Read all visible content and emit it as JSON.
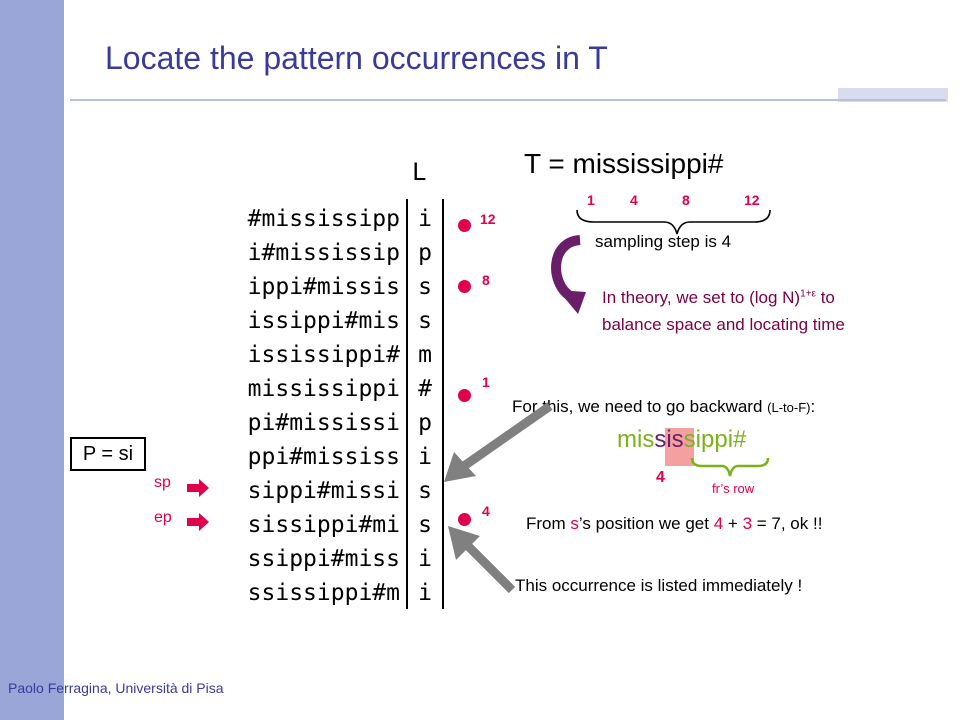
{
  "slide": {
    "title": "Locate the pattern occurrences in T",
    "footer": "Paolo Ferragina, Università di Pisa"
  },
  "bwt_matrix": {
    "column_header": "L",
    "rows": [
      {
        "prefix": "#mississipp",
        "last": "i",
        "sample": "12"
      },
      {
        "prefix": "i#mississip",
        "last": "p",
        "sample": ""
      },
      {
        "prefix": "ippi#missis",
        "last": "s",
        "sample": "8"
      },
      {
        "prefix": "issippi#mis",
        "last": "s",
        "sample": ""
      },
      {
        "prefix": "ississippi#",
        "last": "m",
        "sample": ""
      },
      {
        "prefix": "mississippi",
        "last": "#",
        "sample": "1"
      },
      {
        "prefix": "pi#mississi",
        "last": "p",
        "sample": ""
      },
      {
        "prefix": "ppi#mississ",
        "last": "i",
        "sample": ""
      },
      {
        "prefix": "sippi#missi",
        "last": "s",
        "sample": ""
      },
      {
        "prefix": "sissippi#mi",
        "last": "s",
        "sample": "4"
      },
      {
        "prefix": "ssippi#miss",
        "last": "i",
        "sample": ""
      },
      {
        "prefix": "ssissippi#m",
        "last": "i",
        "sample": ""
      }
    ]
  },
  "pattern": {
    "label": "P = si",
    "sp_label": "sp",
    "ep_label": "ep"
  },
  "text_panel": {
    "t_string": "T = mississippi#",
    "positions": [
      "1",
      "4",
      "8",
      "12"
    ],
    "sampling_note": "sampling step is 4",
    "theory_line1_a": "In theory, we set to (log N)",
    "theory_line1_sup": "1+ε",
    "theory_line1_b": " to",
    "theory_line2": "balance space and locating time",
    "backward_note_main": "For this, we need to go backward ",
    "backward_note_small": "(L-to-F)",
    "backward_note_colon": ":",
    "word_part1": "mis",
    "word_part2": "sis",
    "word_part3": "sippi#",
    "word_position": "4",
    "fr_row_label": "fr’s row",
    "s_note_a": "From ",
    "s_note_s": "s",
    "s_note_b": "’s position we get ",
    "s_note_4": "4",
    "s_note_plus": " + ",
    "s_note_3": "3",
    "s_note_c": " = 7, ok !!",
    "immediate_note": "This occurrence is listed immediately !"
  },
  "colors": {
    "title": "#3a3a9a",
    "accent_red": "#e0004d",
    "purple": "#7a0044",
    "sidebar": "#9aa5d8",
    "highlight": "#f4a0a0",
    "green": "#7bb21a"
  }
}
